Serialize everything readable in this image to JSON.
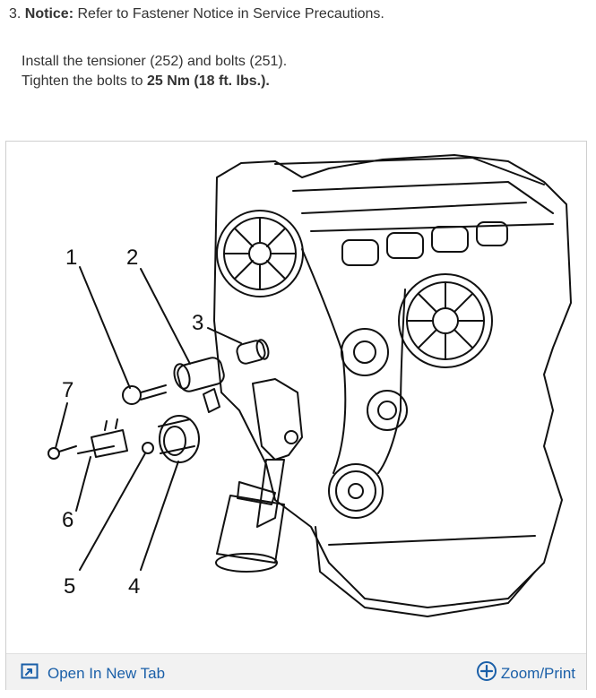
{
  "step": {
    "number": "3.",
    "notice_label": "Notice:",
    "notice_text": "Refer to Fastener Notice in Service Precautions."
  },
  "instructions": {
    "line1": "Install the tensioner (252) and bolts (251).",
    "line2_prefix": "Tighten the bolts to",
    "line2_torque": "25 Nm (18 ft. lbs.)."
  },
  "figure": {
    "callouts": [
      "1",
      "2",
      "3",
      "4",
      "5",
      "6",
      "7"
    ]
  },
  "footer": {
    "open_tab_label": "Open In New Tab",
    "zoom_label": "Zoom/Print"
  },
  "colors": {
    "link": "#1a5fa8",
    "footer_bg": "#f2f2f2",
    "text": "#333333"
  }
}
